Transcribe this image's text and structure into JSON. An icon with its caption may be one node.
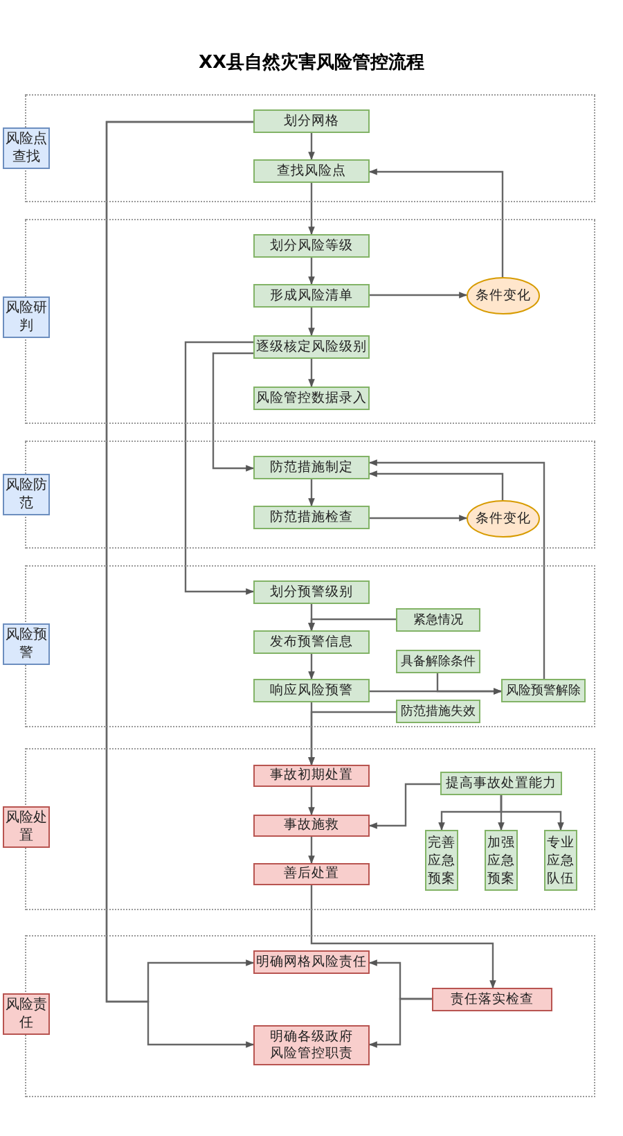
{
  "diagram": {
    "title": "XX县自然灾害风险管控流程",
    "nodes": [
      {
        "text": [],
        "shape": "box"
      },
      {
        "text": [
          "风险点查找"
        ]
      },
      {
        "text": [
          "划分网格"
        ],
        "in": 0
      },
      {
        "text": [
          "查找风险点"
        ],
        "in": 0
      },
      {
        "text": [],
        "shape": "box"
      },
      {
        "text": [
          "风险研判"
        ]
      },
      {
        "text": [
          "划分风险等级"
        ],
        "in": 4
      },
      {
        "text": [
          "形成风险清单"
        ],
        "in": 4
      },
      {
        "text": [
          "条件变化"
        ],
        "in": 4
      },
      {
        "text": [
          "逐级核定风险级别"
        ],
        "in": 4
      },
      {
        "text": [
          "风险管控数据录入"
        ],
        "in": 4
      },
      {
        "text": [],
        "shape": "box"
      },
      {
        "text": [
          "风险防范"
        ]
      },
      {
        "text": [
          "防范措施制定"
        ],
        "in": 11
      },
      {
        "text": [
          "防范措施检查"
        ],
        "in": 11
      },
      {
        "text": [
          "条件变化"
        ],
        "in": 11
      },
      {
        "text": [],
        "shape": "box"
      },
      {
        "text": [
          "风险预警"
        ]
      },
      {
        "text": [
          "划分预警级别"
        ],
        "in": 16
      },
      {
        "text": [
          "紧急情况"
        ],
        "in": 16
      },
      {
        "text": [
          "发布预警信息"
        ],
        "in": 16
      },
      {
        "text": [
          "具备解除条件"
        ],
        "in": 16
      },
      {
        "text": [
          "响应风险预警"
        ],
        "in": 16
      },
      {
        "text": [
          "风险预警解除"
        ],
        "in": 16
      },
      {
        "text": [
          "防范措施失效"
        ],
        "in": 16
      },
      {
        "text": [],
        "shape": "box"
      },
      {
        "text": [
          "风险处置"
        ]
      },
      {
        "text": [
          "事故初期处置"
        ],
        "in": 25
      },
      {
        "text": [
          "提高事故处置能力"
        ],
        "in": 25
      },
      {
        "text": [
          "事故施救"
        ],
        "in": 25
      },
      {
        "text": [
          "完善应急预案"
        ],
        "in": 25
      },
      {
        "text": [
          "加强应急预案"
        ],
        "in": 25
      },
      {
        "text": [
          "专业应急队伍"
        ],
        "in": 25
      },
      {
        "text": [
          "善后处置"
        ],
        "in": 25
      },
      {
        "text": [],
        "shape": "box"
      },
      {
        "text": [
          "风险责任"
        ]
      },
      {
        "text": [
          "明确网格风险责任"
        ],
        "in": 34
      },
      {
        "text": [
          "责任落实检查"
        ],
        "in": 34
      },
      {
        "text": [
          "明确各级政府风险管控职责"
        ],
        "in": 34
      }
    ],
    "edges": [
      {
        "from": 2,
        "to": 3,
        "arrow": "to"
      },
      {
        "from": 3,
        "to": 6,
        "arrow": "to"
      },
      {
        "from": 6,
        "to": 7,
        "arrow": "to"
      },
      {
        "from": 7,
        "to": 8,
        "arrow": "to"
      },
      {
        "from": 8,
        "to": 3,
        "arrow": "to"
      },
      {
        "from": 7,
        "to": 9,
        "arrow": "to"
      },
      {
        "from": 9,
        "to": 10,
        "arrow": "to"
      },
      {
        "from": 9,
        "to": 18,
        "arrow": "to"
      },
      {
        "from": 9,
        "to": 13,
        "arrow": "to"
      },
      {
        "from": 13,
        "to": 14,
        "arrow": "to"
      },
      {
        "from": 14,
        "to": 15,
        "arrow": "to"
      },
      {
        "from": 15,
        "to": 13,
        "arrow": "to"
      },
      {
        "from": 23,
        "to": 13,
        "arrow": "to"
      },
      {
        "from": 18,
        "to": 20,
        "arrow": "to"
      },
      {
        "from": 19,
        "to": 20,
        "arrow": "to"
      },
      {
        "from": 20,
        "to": 22,
        "arrow": "to"
      },
      {
        "from": 22,
        "to": 23,
        "arrow": "to"
      },
      {
        "from": 21,
        "to": 23,
        "arrow": "to"
      },
      {
        "from": 22,
        "to": 27,
        "arrow": "to"
      },
      {
        "from": 24,
        "to": 27,
        "arrow": "to"
      },
      {
        "from": 27,
        "to": 29,
        "arrow": "to"
      },
      {
        "from": 28,
        "to": 29,
        "arrow": "to"
      },
      {
        "from": 28,
        "to": 30,
        "arrow": "to"
      },
      {
        "from": 28,
        "to": 31,
        "arrow": "to"
      },
      {
        "from": 28,
        "to": 32,
        "arrow": "to"
      },
      {
        "from": 29,
        "to": 33,
        "arrow": "to"
      },
      {
        "from": 33,
        "to": 37,
        "arrow": "to"
      },
      {
        "from": 37,
        "to": 36,
        "arrow": "to"
      },
      {
        "from": 37,
        "to": 38,
        "arrow": "to"
      },
      {
        "from": 2,
        "to": 36,
        "arrow": "to"
      },
      {
        "from": 2,
        "to": 38,
        "arrow": "to"
      }
    ]
  }
}
